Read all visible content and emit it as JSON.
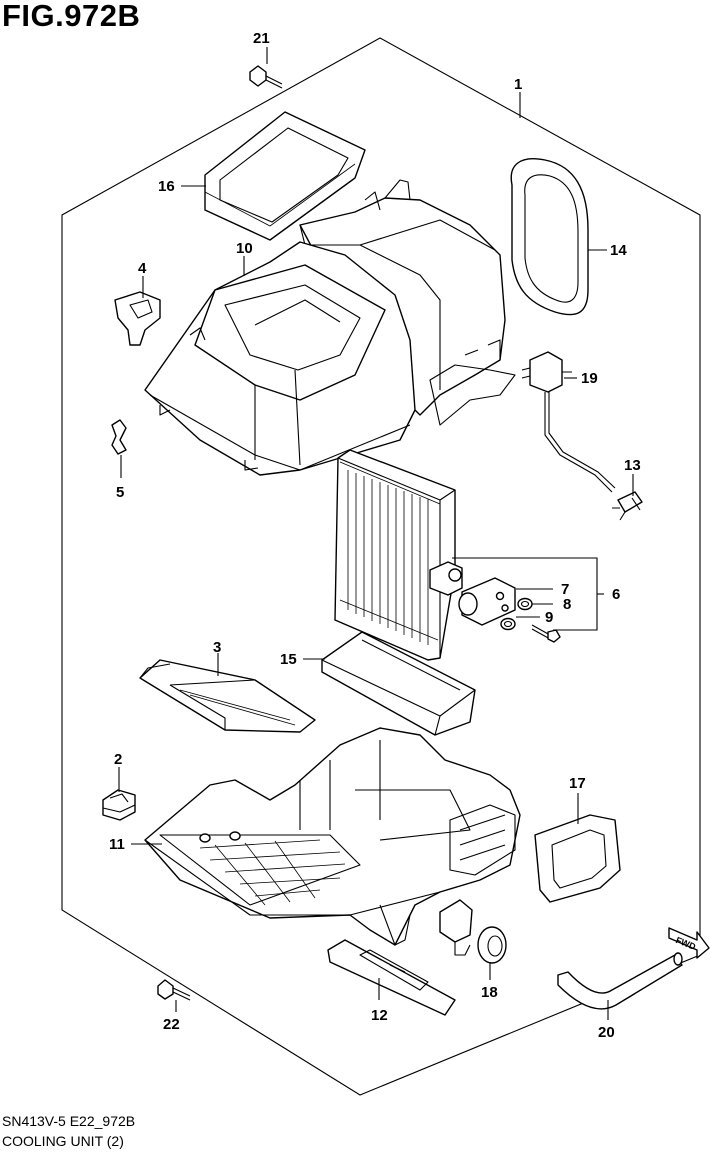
{
  "figure": {
    "title": "FIG.972B",
    "code": "SN413V-5 E22_972B",
    "name": "COOLING UNIT (2)"
  },
  "fwd_label": "FWD",
  "callouts": [
    {
      "id": "c1",
      "text": "1"
    },
    {
      "id": "c2",
      "text": "2"
    },
    {
      "id": "c3",
      "text": "3"
    },
    {
      "id": "c4",
      "text": "4"
    },
    {
      "id": "c5",
      "text": "5"
    },
    {
      "id": "c6",
      "text": "6"
    },
    {
      "id": "c7",
      "text": "7"
    },
    {
      "id": "c8",
      "text": "8"
    },
    {
      "id": "c9",
      "text": "9"
    },
    {
      "id": "c10",
      "text": "10"
    },
    {
      "id": "c11",
      "text": "11"
    },
    {
      "id": "c12",
      "text": "12"
    },
    {
      "id": "c13",
      "text": "13"
    },
    {
      "id": "c14",
      "text": "14"
    },
    {
      "id": "c15",
      "text": "15"
    },
    {
      "id": "c16",
      "text": "16"
    },
    {
      "id": "c17",
      "text": "17"
    },
    {
      "id": "c18",
      "text": "18"
    },
    {
      "id": "c19",
      "text": "19"
    },
    {
      "id": "c20",
      "text": "20"
    },
    {
      "id": "c21",
      "text": "21"
    },
    {
      "id": "c22",
      "text": "22"
    }
  ]
}
